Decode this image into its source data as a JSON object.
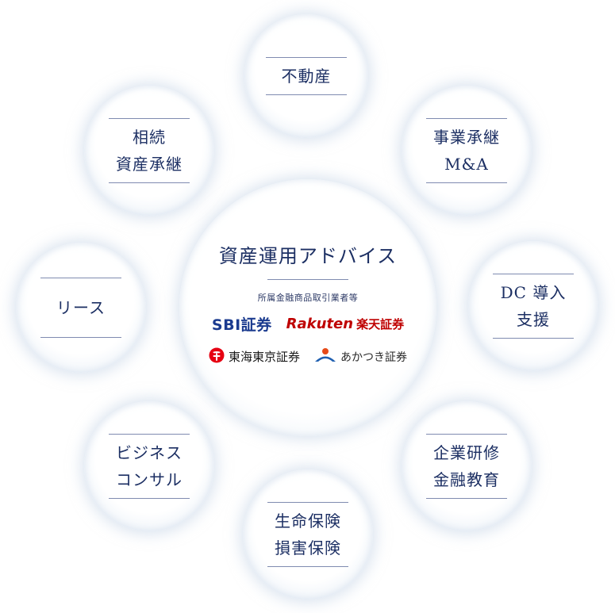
{
  "center": {
    "title": "資産運用アドバイス",
    "subtitle": "所属金融商品取引業者等",
    "brands": {
      "sbi": "SBI証券",
      "rakuten_word": "Rakuten",
      "rakuten_jp": "楽天証券",
      "tokai": "東海東京証券",
      "akatsuki": "あかつき証券"
    }
  },
  "services": {
    "real_estate": [
      "不動産"
    ],
    "inheritance": [
      "相続",
      "資産承継"
    ],
    "business_succession": [
      "事業承継",
      "M&A"
    ],
    "lease": [
      "リース"
    ],
    "dc": [
      "DC 導入",
      "支援"
    ],
    "business_consulting": [
      "ビジネス",
      "コンサル"
    ],
    "training": [
      "企業研修",
      "金融教育"
    ],
    "insurance": [
      "生命保険",
      "損害保険"
    ]
  },
  "colors": {
    "text": "#1c2f63",
    "rule": "#7f8bb0",
    "sbi_blue": "#1b3b8f",
    "rakuten_red": "#bf0000",
    "tokai_red": "#e60012",
    "akatsuki_blue": "#1f5fb0"
  }
}
